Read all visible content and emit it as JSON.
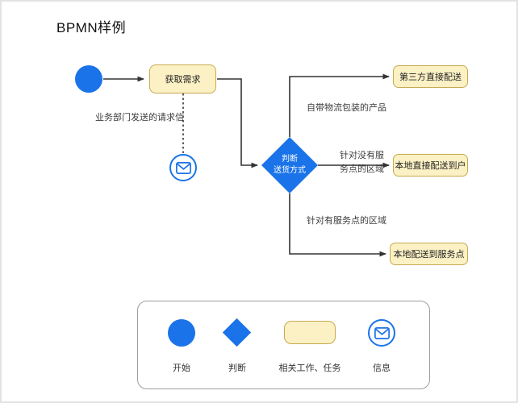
{
  "title": "BPMN样例",
  "colors": {
    "blue": "#1a73e8",
    "task_fill": "#fcf1c5",
    "task_border": "#c7a94f"
  },
  "nodes": {
    "task_get_requirements": "获取需求",
    "gateway_line1": "判断",
    "gateway_line2": "送货方式",
    "task_third_party": "第三方直接配送",
    "task_local_to_home": "本地直接配送到户",
    "task_local_to_service_point": "本地配送到服务点"
  },
  "edge_labels": {
    "request_letter": "业务部门发送的请求信",
    "own_packaging_products": "自带物流包装的产品",
    "no_service_point_area": "针对没有服务点的区域",
    "has_service_point_area": "针对有服务点的区域"
  },
  "legend": {
    "start": "开始",
    "decision": "判断",
    "task": "相关工作、任务",
    "message": "信息"
  }
}
